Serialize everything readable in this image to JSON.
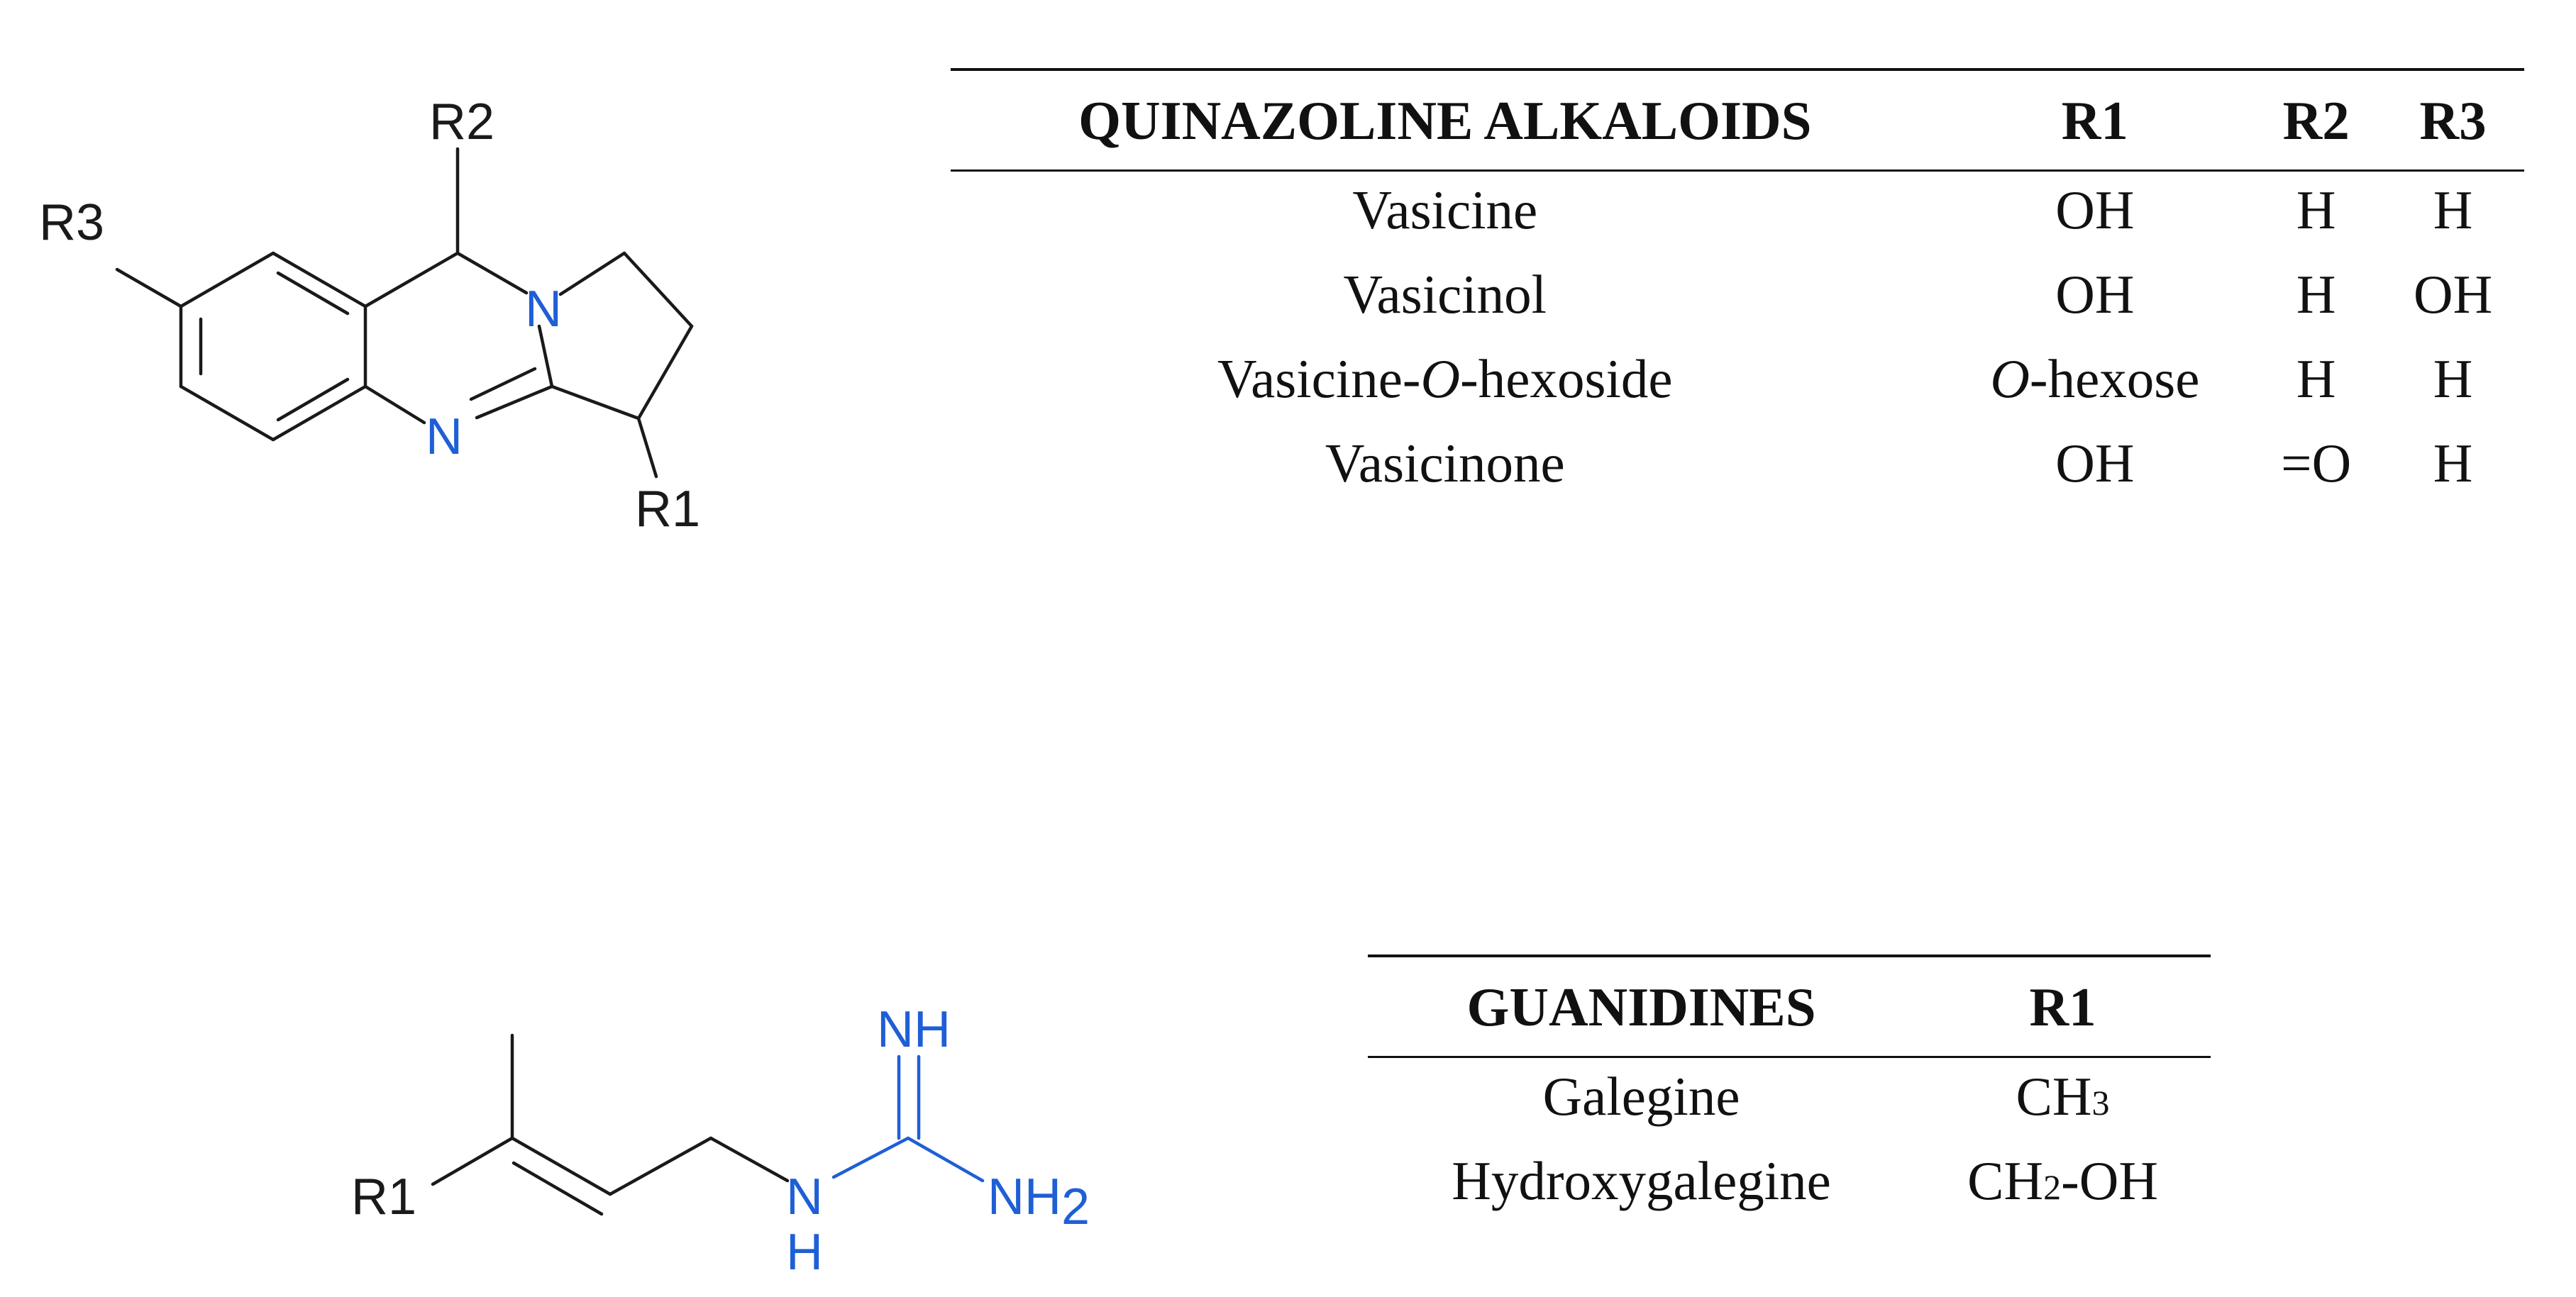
{
  "quinazoline": {
    "structure": {
      "r1": "R1",
      "r2": "R2",
      "r3": "R3",
      "n": "N"
    },
    "table": {
      "header": {
        "class": "QUINAZOLINE ALKALOIDS",
        "r1": "R1",
        "r2": "R2",
        "r3": "R3"
      },
      "rows": [
        {
          "name_prefix": "Vasicine",
          "name_italic": "",
          "name_suffix": "",
          "r1_italic": "",
          "r1": "OH",
          "r2": "H",
          "r3": "H"
        },
        {
          "name_prefix": "Vasicinol",
          "name_italic": "",
          "name_suffix": "",
          "r1_italic": "",
          "r1": "OH",
          "r2": "H",
          "r3": "OH"
        },
        {
          "name_prefix": "Vasicine-",
          "name_italic": "O",
          "name_suffix": "-hexoside",
          "r1_italic": "O",
          "r1": "-hexose",
          "r2": "H",
          "r3": "H"
        },
        {
          "name_prefix": "Vasicinone",
          "name_italic": "",
          "name_suffix": "",
          "r1_italic": "",
          "r1": "OH",
          "r2": "=O",
          "r3": "H"
        }
      ]
    }
  },
  "guanidine": {
    "structure": {
      "r1": "R1",
      "nh": "NH",
      "nh2_main": "NH",
      "nh2_sub": "2",
      "n": "N",
      "h": "H"
    },
    "table": {
      "header": {
        "class": "GUANIDINES",
        "r1": "R1"
      },
      "rows": [
        {
          "name": "Galegine",
          "r1_main": "CH",
          "r1_sub": "3",
          "r1_tail": ""
        },
        {
          "name": "Hydroxygalegine",
          "r1_main": "CH",
          "r1_sub": "2",
          "r1_tail": "-OH"
        }
      ]
    }
  },
  "colors": {
    "bond": "#1a1a1a",
    "heteroatom": "#1f5fd6"
  }
}
